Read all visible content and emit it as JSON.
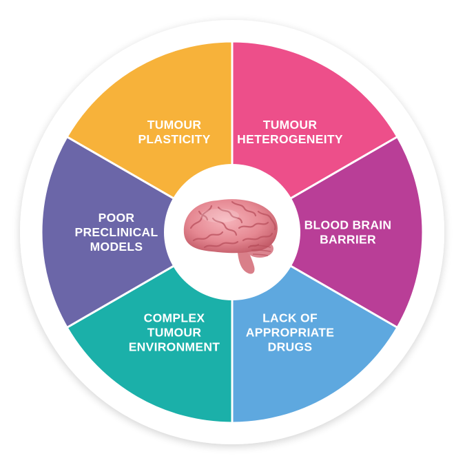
{
  "wheel": {
    "segments": [
      {
        "id": "heterogeneity",
        "lines": [
          "TUMOUR",
          "HETEROGENEITY"
        ],
        "color": "#ED4F8A"
      },
      {
        "id": "bbb",
        "lines": [
          "BLOOD BRAIN",
          "BARRIER"
        ],
        "color": "#B93E97"
      },
      {
        "id": "drugs",
        "lines": [
          "LACK OF",
          "APPROPRIATE",
          "DRUGS"
        ],
        "color": "#5EA8DF"
      },
      {
        "id": "environment",
        "lines": [
          "COMPLEX",
          "TUMOUR",
          "ENVIRONMENT"
        ],
        "color": "#1BB0A9"
      },
      {
        "id": "models",
        "lines": [
          "POOR",
          "PRECLINICAL",
          "MODELS"
        ],
        "color": "#6B66A8"
      },
      {
        "id": "plasticity",
        "lines": [
          "TUMOUR",
          "PLASTICITY"
        ],
        "color": "#F7B23A"
      }
    ],
    "center_icon": "brain-icon",
    "center_color": "#ffffff",
    "brain_color": "#E8909A",
    "brain_shadow_color": "#C9646F"
  }
}
